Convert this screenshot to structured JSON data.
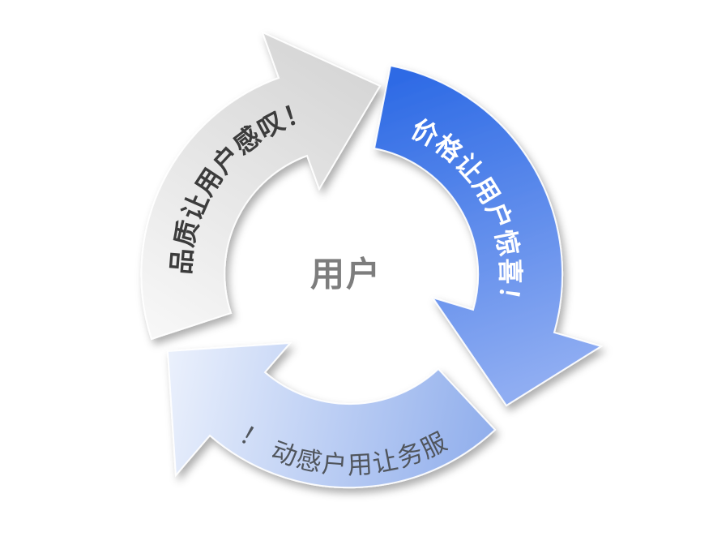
{
  "diagram": {
    "center": {
      "label": "用户",
      "color": "#7d7d7d"
    },
    "arrows": [
      {
        "id": "quality",
        "label": "品质让用户感叹！",
        "text_color": "#3c3c3c",
        "gradient_start": "#f7f7f7",
        "gradient_end": "#d6d6d6"
      },
      {
        "id": "price",
        "label": "价格让用户惊喜！",
        "text_color": "#ffffff",
        "gradient_start": "#2d6ae5",
        "gradient_end": "#8fadf2"
      },
      {
        "id": "service",
        "label": "！ 动感户用让务服",
        "text_color": "#50555c",
        "gradient_start": "#90aeec",
        "gradient_end": "#eaf0fc"
      }
    ]
  }
}
